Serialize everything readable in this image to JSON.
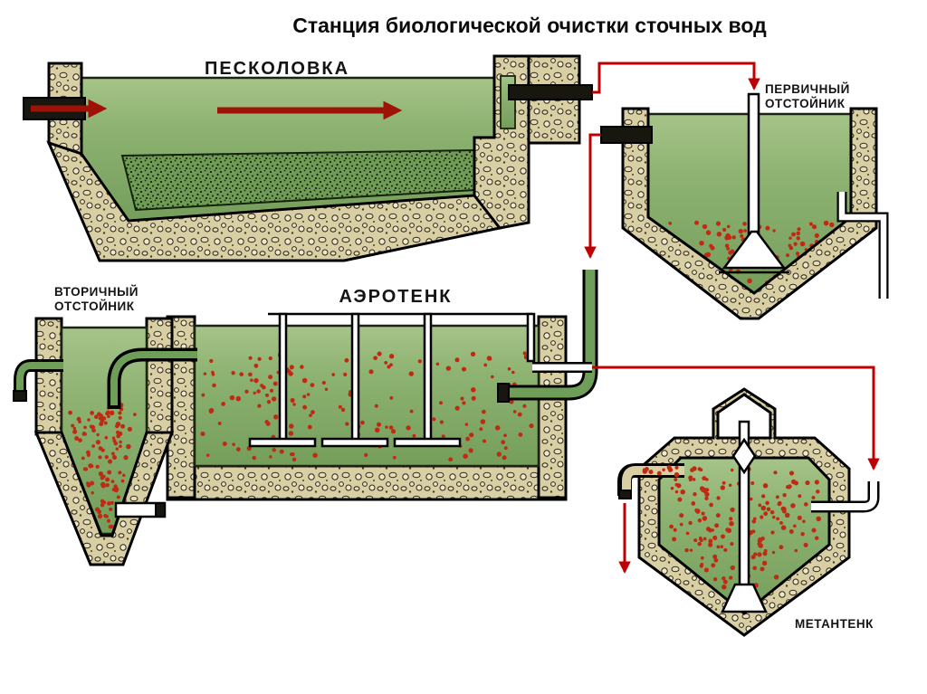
{
  "title": "Станция биологической очистки сточных вод",
  "diagram": {
    "labels": {
      "sand_trap": "ПЕСКОЛОВКА",
      "primary_settler_line1": "ПЕРВИЧНЫЙ",
      "primary_settler_line2": "ОТСТОЙНИК",
      "secondary_settler_line1": "ВТОРИЧНЫЙ",
      "secondary_settler_line2": "ОТСТОЙНИК",
      "aeration_tank": "АЭРОТЕНК",
      "digester": "МЕТАНТЕНК"
    },
    "colors": {
      "water": "#85ae6b",
      "flow_arrow": "#c00000",
      "tank_arrow": "#9e1208",
      "wall": "#d9cfa4",
      "sludge_dot": "#bf2a12"
    }
  }
}
